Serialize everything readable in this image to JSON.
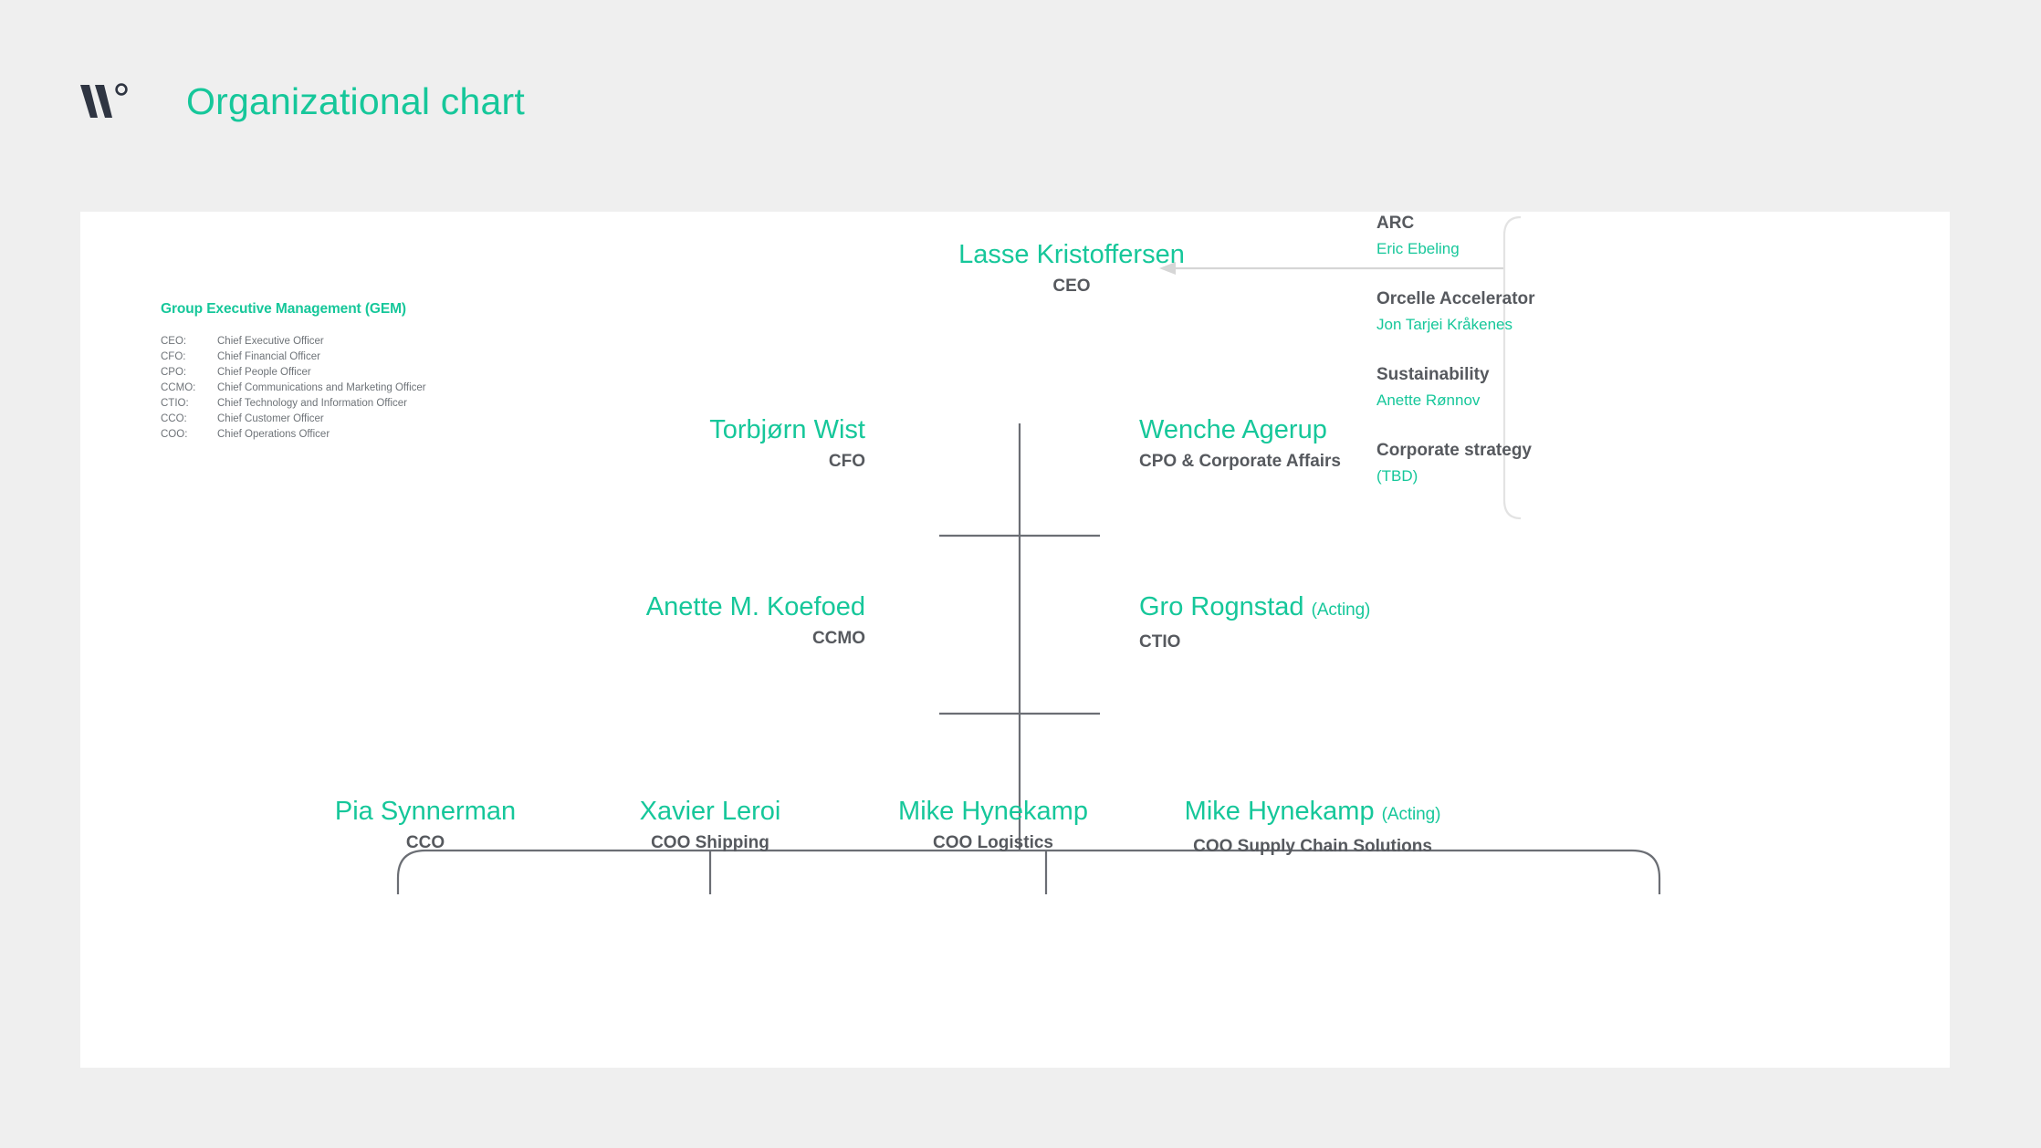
{
  "header": {
    "logo_name": "wallenius-w-degree-logo",
    "title": "Organizational chart",
    "title_color": "#16c79a"
  },
  "legend": {
    "title": "Group Executive Management (GEM)",
    "rows": [
      {
        "abbr": "CEO:",
        "definition": "Chief Executive Officer"
      },
      {
        "abbr": "CFO:",
        "definition": "Chief Financial Officer"
      },
      {
        "abbr": "CPO:",
        "definition": "Chief People Officer"
      },
      {
        "abbr": "CCMO:",
        "definition": "Chief Communications and Marketing Officer"
      },
      {
        "abbr": "CTIO:",
        "definition": "Chief Technology and Information Officer"
      },
      {
        "abbr": "CCO:",
        "definition": "Chief Customer Officer"
      },
      {
        "abbr": "COO:",
        "definition": "Chief Operations Officer"
      }
    ]
  },
  "chart_data": {
    "type": "diagram",
    "title": "Organizational chart",
    "node_name_color": "#16c79a",
    "node_role_color": "#56595e",
    "connector_color": "#6b6e74",
    "arrow_color": "#d6d6d6",
    "nodes": {
      "ceo": {
        "name": "Lasse Kristoffersen",
        "role": "CEO",
        "acting": ""
      },
      "cfo": {
        "name": "Torbjørn Wist",
        "role": "CFO",
        "acting": ""
      },
      "cpo": {
        "name": "Wenche Agerup",
        "role": "CPO & Corporate Affairs",
        "acting": ""
      },
      "ccmo": {
        "name": "Anette M. Koefoed",
        "role": "CCMO",
        "acting": ""
      },
      "ctio": {
        "name": "Gro Rognstad",
        "role": "CTIO",
        "acting": "(Acting)"
      },
      "cco": {
        "name": "Pia Synnerman",
        "role": "CCO",
        "acting": ""
      },
      "coo_shipping": {
        "name": "Xavier Leroi",
        "role": "COO Shipping",
        "acting": ""
      },
      "coo_logistics": {
        "name": "Mike Hynekamp",
        "role": "COO Logistics",
        "acting": ""
      },
      "coo_supply_chain": {
        "name": "Mike Hynekamp",
        "role": "COO Supply Chain Solutions",
        "acting": "(Acting)"
      }
    }
  },
  "side_panel": {
    "items": [
      {
        "head": "ARC",
        "sub": "Eric Ebeling"
      },
      {
        "head": "Orcelle Accelerator",
        "sub": "Jon Tarjei Kråkenes"
      },
      {
        "head": "Sustainability",
        "sub": "Anette Rønnov"
      },
      {
        "head": "Corporate strategy",
        "sub": "(TBD)"
      }
    ]
  }
}
